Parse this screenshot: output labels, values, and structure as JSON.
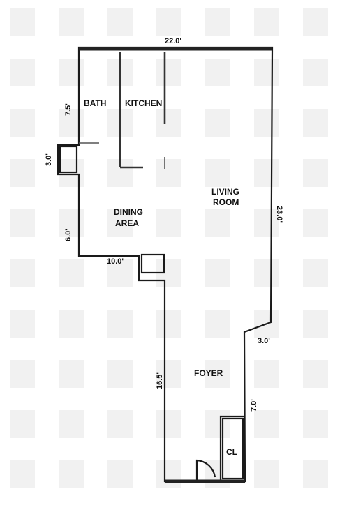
{
  "rooms": {
    "bath": "BATH",
    "kitchen": "KITCHEN",
    "living_line1": "LIVING",
    "living_line2": "ROOM",
    "dining_line1": "DINING",
    "dining_line2": "AREA",
    "foyer": "FOYER",
    "closet": "CL"
  },
  "dimensions": {
    "top_width": "22.0'",
    "bath_height": "7.5'",
    "bay_height": "3.0'",
    "dining_height": "6.0'",
    "dining_width": "10.0'",
    "living_height": "23.0'",
    "foyer_offset": "3.0'",
    "foyer_height": "16.5'",
    "closet_height": "7.0'"
  }
}
